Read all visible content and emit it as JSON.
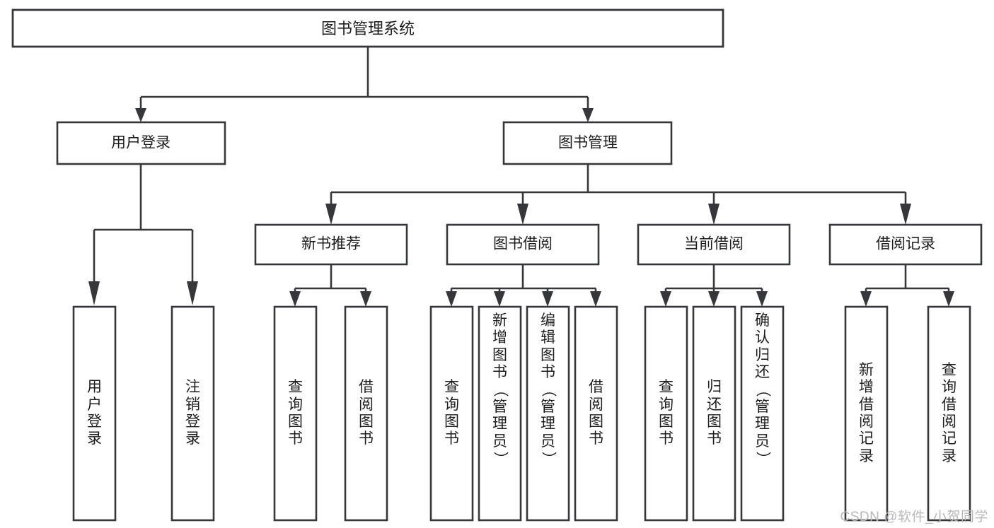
{
  "diagram": {
    "type": "tree",
    "title": "图书管理系统",
    "watermark": "CSDN @软件_小贺同学",
    "colors": {
      "stroke": "#36373a",
      "fill": "#ffffff",
      "text": "#1d1d1f",
      "watermark": "#b9b9bb"
    },
    "root": {
      "id": "root",
      "label": "图书管理系统",
      "orientation": "horizontal"
    },
    "level1": [
      {
        "id": "user-login",
        "label": "用户登录",
        "orientation": "horizontal"
      },
      {
        "id": "book-manage",
        "label": "图书管理",
        "orientation": "horizontal"
      }
    ],
    "level2": [
      {
        "id": "new-book-recommend",
        "label": "新书推荐",
        "orientation": "horizontal",
        "parent": "book-manage"
      },
      {
        "id": "book-borrow",
        "label": "图书借阅",
        "orientation": "horizontal",
        "parent": "book-manage"
      },
      {
        "id": "current-borrow",
        "label": "当前借阅",
        "orientation": "horizontal",
        "parent": "book-manage"
      },
      {
        "id": "borrow-record",
        "label": "借阅记录",
        "orientation": "horizontal",
        "parent": "book-manage"
      }
    ],
    "leaves": [
      {
        "id": "leaf-user-login",
        "label": "用户登录",
        "orientation": "vertical",
        "parent": "user-login"
      },
      {
        "id": "leaf-user-logout",
        "label": "注销登录",
        "orientation": "vertical",
        "parent": "user-login"
      },
      {
        "id": "leaf-query-book-1",
        "label": "查询图书",
        "orientation": "vertical",
        "parent": "new-book-recommend"
      },
      {
        "id": "leaf-borrow-book-1",
        "label": "借阅图书",
        "orientation": "vertical",
        "parent": "new-book-recommend"
      },
      {
        "id": "leaf-query-book-2",
        "label": "查询图书",
        "orientation": "vertical",
        "parent": "book-borrow"
      },
      {
        "id": "leaf-add-book",
        "label": "新增图书（管理员）",
        "orientation": "vertical",
        "parent": "book-borrow"
      },
      {
        "id": "leaf-edit-book",
        "label": "编辑图书（管理员）",
        "orientation": "vertical",
        "parent": "book-borrow"
      },
      {
        "id": "leaf-borrow-book-2",
        "label": "借阅图书",
        "orientation": "vertical",
        "parent": "book-borrow"
      },
      {
        "id": "leaf-query-book-3",
        "label": "查询图书",
        "orientation": "vertical",
        "parent": "current-borrow"
      },
      {
        "id": "leaf-return-book",
        "label": "归还图书",
        "orientation": "vertical",
        "parent": "current-borrow"
      },
      {
        "id": "leaf-confirm-return",
        "label": "确认归还（管理员）",
        "orientation": "vertical",
        "parent": "current-borrow"
      },
      {
        "id": "leaf-add-record",
        "label": "新增借阅记录",
        "orientation": "vertical",
        "parent": "borrow-record"
      },
      {
        "id": "leaf-query-record",
        "label": "查询借阅记录",
        "orientation": "vertical",
        "parent": "borrow-record"
      }
    ]
  }
}
